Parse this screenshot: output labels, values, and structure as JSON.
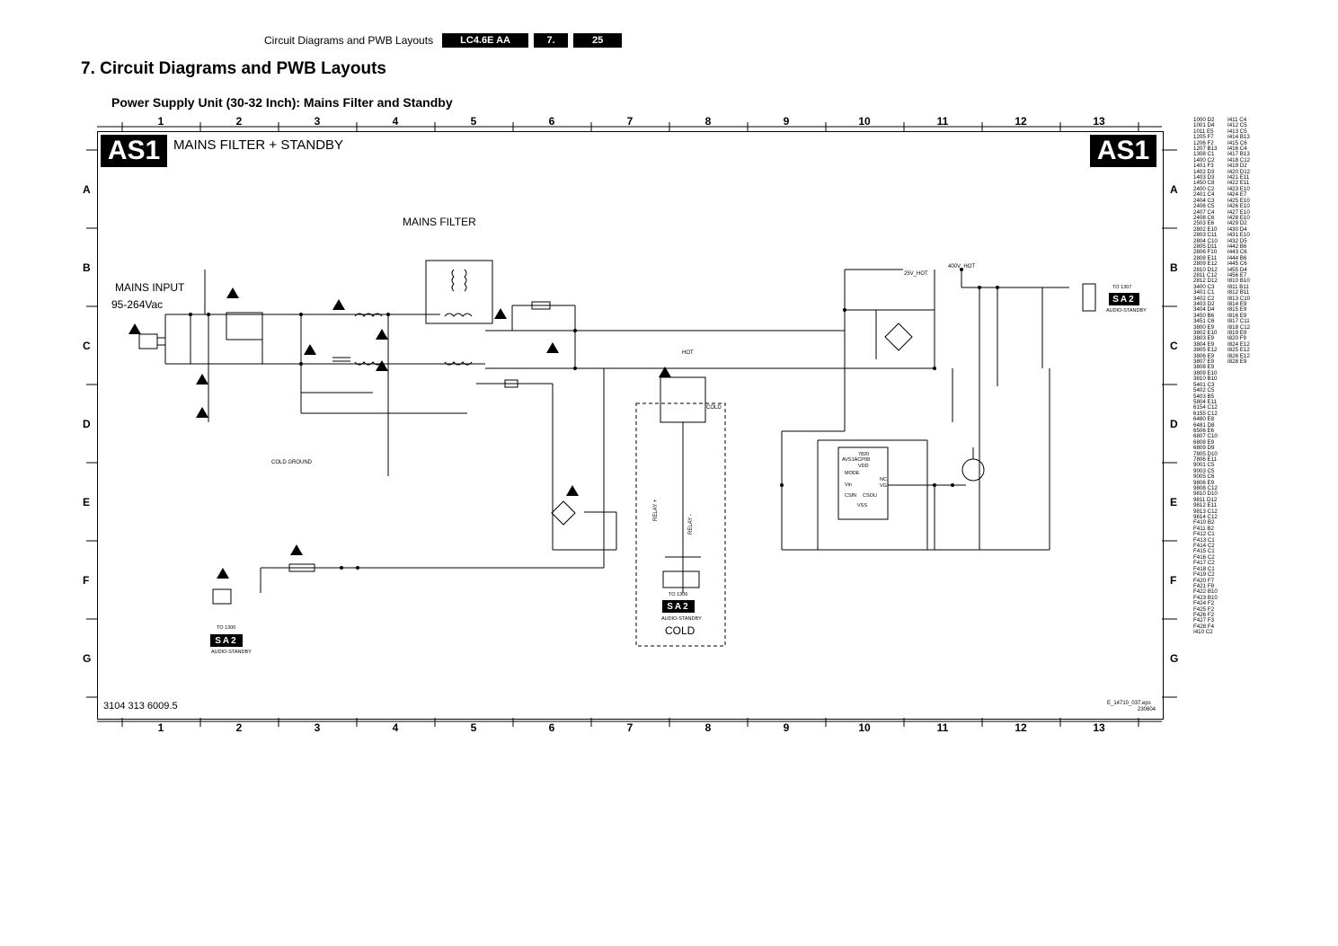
{
  "header": {
    "section_text": "Circuit Diagrams and PWB Layouts",
    "model": "LC4.6E AA",
    "chapter": "7.",
    "page": "25"
  },
  "title": "7.   Circuit Diagrams and PWB Layouts",
  "subtitle": "Power Supply Unit (30-32 Inch): Mains Filter and Standby",
  "diagram": {
    "tag_left": "AS1",
    "tag_right": "AS1",
    "name": "MAINS FILTER + STANDBY",
    "mains_filter_label": "MAINS FILTER",
    "mains_input": "MAINS INPUT",
    "voltage_range": "95-264Vac",
    "cold_ground": "COLD GROUND",
    "cold": "COLD",
    "sa2_text": "SA2",
    "audio_standby": "AUDIO-STANDBY",
    "hot_label": "HOT",
    "v400_hot": "400V_HOT",
    "v25_hot": "25V_HOT",
    "relay_plus": "RELAY +",
    "relay_minus": "RELAY -",
    "ic_name": "7820",
    "ic_part": "AVS1ACP08",
    "pin_vdd": "VDD",
    "pin_mode": "MODE",
    "pin_vg": "VG",
    "pin_csin": "CSIN",
    "pin_csou": "CSOU",
    "pin_vss": "VSS",
    "pin_nc": "NC",
    "pin_vin": "Vin",
    "to1306": "TO 1306",
    "to1307": "TO 1307",
    "to1300": "TO 1300",
    "part_number": "3104 313 6009.5",
    "file_name": "E_14710_037.eps",
    "file_date": "230604"
  },
  "columns": [
    "1",
    "2",
    "3",
    "4",
    "5",
    "6",
    "7",
    "8",
    "9",
    "10",
    "11",
    "12",
    "13"
  ],
  "rows": [
    "A",
    "B",
    "C",
    "D",
    "E",
    "F",
    "G"
  ],
  "ref_list_1": [
    "1000 D2",
    "1001 D4",
    "1011 E5",
    "1205 F7",
    "1206 F2",
    "1207 B13",
    "1308 C1",
    "1400 C2",
    "1401 F3",
    "1402 D3",
    "1403 D3",
    "1450 C8",
    "2400 C2",
    "2401 C4",
    "2404 C3",
    "2406 C5",
    "2407 C4",
    "2408 C6",
    "2503 E6",
    "2802 E10",
    "2803 C11",
    "2804 C10",
    "2805 D11",
    "2806 F10",
    "2808 E11",
    "2809 E12",
    "2810 D12",
    "2811 C12",
    "2812 D12",
    "3400 C3",
    "3401 C1",
    "3402 C2",
    "3403 D2",
    "3404 D4",
    "3450 B6",
    "3451 C6",
    "3800 E9",
    "3802 E10",
    "3803 E9",
    "3804 E9",
    "3805 E12",
    "3806 E9",
    "3807 E9",
    "3808 E9",
    "3809 E10",
    "3810 B10",
    "5401 C3",
    "5402 C5",
    "5403 B5",
    "5804 E11",
    "6154 C12",
    "6155 C12",
    "6480 E8",
    "6481 D8",
    "6506 E6",
    "6807 C10",
    "6808 E9",
    "6809 D9",
    "7805 D10",
    "7806 E11",
    "9001 C5",
    "9003 C5",
    "9005 C6",
    "9806 E9",
    "9808 C12",
    "9810 D10",
    "9811 D12",
    "9812 E11",
    "9813 C12",
    "9814 C12",
    "F410 B2",
    "F411 B2",
    "F412 C1",
    "F413 C1",
    "F414 C2",
    "F415 C1",
    "F416 C2",
    "F417 C2",
    "F418 C1",
    "F419 C2",
    "F420 F7",
    "F421 F8",
    "F422 B10",
    "F423 B10",
    "F424 F2",
    "F425 F2",
    "F426 F2",
    "F427 F3",
    "F428 F4",
    "I410 C2"
  ],
  "ref_list_2": [
    "I411 C4",
    "I412 C5",
    "I413 C5",
    "I414 B13",
    "I415 C6",
    "I416 C4",
    "I417 B13",
    "I418 C12",
    "I419 D2",
    "I420 D12",
    "I421 E11",
    "I422 E11",
    "I423 E10",
    "I424 E7",
    "I425 E10",
    "I426 E10",
    "I427 E10",
    "I428 E10",
    "I429 D2",
    "I430 D4",
    "I431 E10",
    "I432 D5",
    "I442 B6",
    "I443 C6",
    "I444 B6",
    "I445 C6",
    "I455 D4",
    "I456 E7",
    "I810 B10",
    "I811 B11",
    "I812 B11",
    "I813 C10",
    "I814 E9",
    "I815 E9",
    "I816 E9",
    "I817 C11",
    "I818 C12",
    "I819 E9",
    "I820 F9",
    "I824 E12",
    "I825 E12",
    "I826 E12",
    "I828 E9"
  ]
}
